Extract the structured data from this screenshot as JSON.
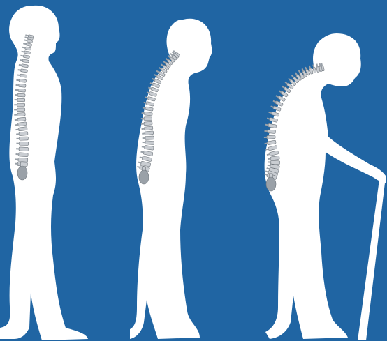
{
  "colors": {
    "background": "#2065a3",
    "silhouette": "#ffffff",
    "vertebra_fill": "#c9cdd2",
    "vertebra_shade": "#9aa1a8",
    "vertebra_outline": "#6f767d",
    "cane": "#ffffff"
  },
  "figures": [
    {
      "stage": "upright",
      "spine_curvature": "normal",
      "has_cane": false
    },
    {
      "stage": "mild-stoop",
      "spine_curvature": "moderate",
      "has_cane": false
    },
    {
      "stage": "severe-stoop",
      "spine_curvature": "severe",
      "has_cane": true
    }
  ],
  "icons": [
    "figure-upright-icon",
    "figure-stooped-icon",
    "figure-bent-with-cane-icon",
    "spine-icon",
    "cane-icon"
  ]
}
